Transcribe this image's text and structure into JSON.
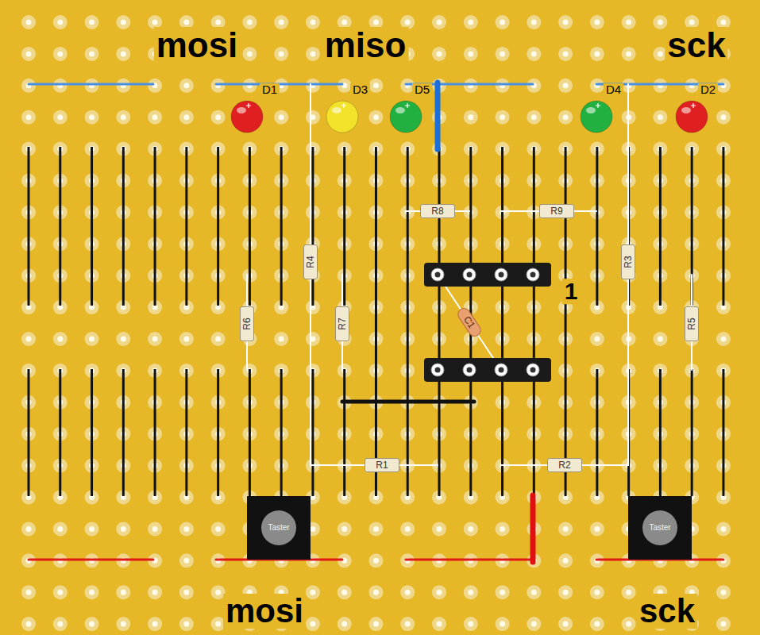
{
  "diagram": {
    "nodes": [
      {
        "text": [
          "R8"
        ]
      },
      {
        "text": [
          "R9"
        ]
      },
      {
        "text": [
          "R4"
        ]
      },
      {
        "text": [
          "R3"
        ]
      },
      {
        "text": [
          "R6"
        ]
      },
      {
        "text": [
          "R7"
        ]
      },
      {
        "text": [
          "C1"
        ]
      },
      {
        "text": [
          "R5"
        ]
      },
      {
        "text": [
          "R1"
        ]
      },
      {
        "text": [
          "R2"
        ]
      },
      {
        "text": [
          "Taster"
        ]
      },
      {
        "text": [
          "Taster"
        ]
      }
    ],
    "labels": [
      "mosi",
      "miso",
      "sck",
      "D1",
      "D3",
      "D5",
      "D4",
      "D2",
      "1",
      "mosi",
      "sck"
    ]
  }
}
